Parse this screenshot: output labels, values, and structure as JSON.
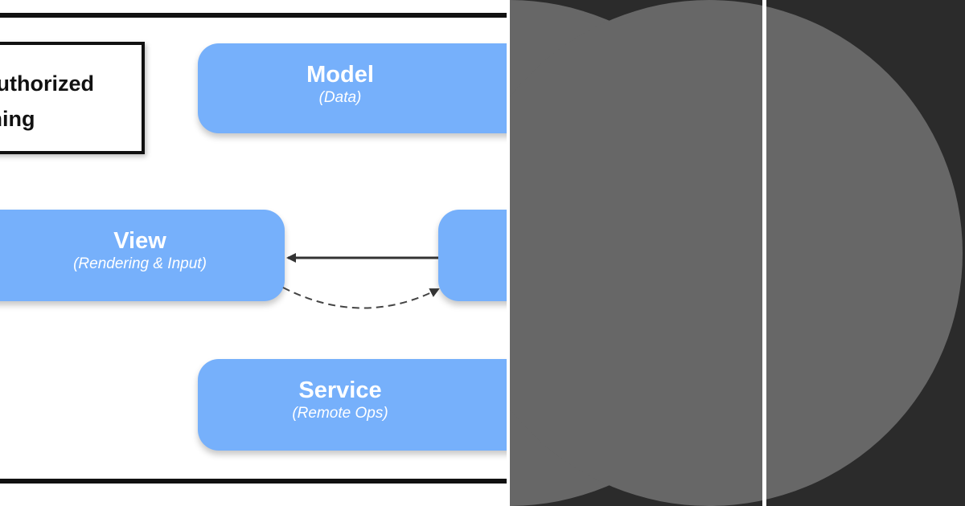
{
  "legend": {
    "line_1": "nauthorized",
    "line_2": "aining"
  },
  "nodes": {
    "model": {
      "title": "Model",
      "subtitle": "(Data)"
    },
    "view": {
      "title": "View",
      "subtitle": "(Rendering & Input)"
    },
    "controller": {
      "title": "",
      "subtitle": ""
    },
    "service": {
      "title": "Service",
      "subtitle": "(Remote Ops)"
    }
  },
  "edges": [
    {
      "from": "controller",
      "to": "view",
      "style": "solid"
    },
    {
      "from": "view",
      "to": "controller",
      "style": "dashed"
    }
  ],
  "colors": {
    "node_fill": "#76b0fb",
    "node_text": "#ffffff",
    "frame": "#111111",
    "dark_panel": "#2b2b2b",
    "disc": "#676767"
  }
}
